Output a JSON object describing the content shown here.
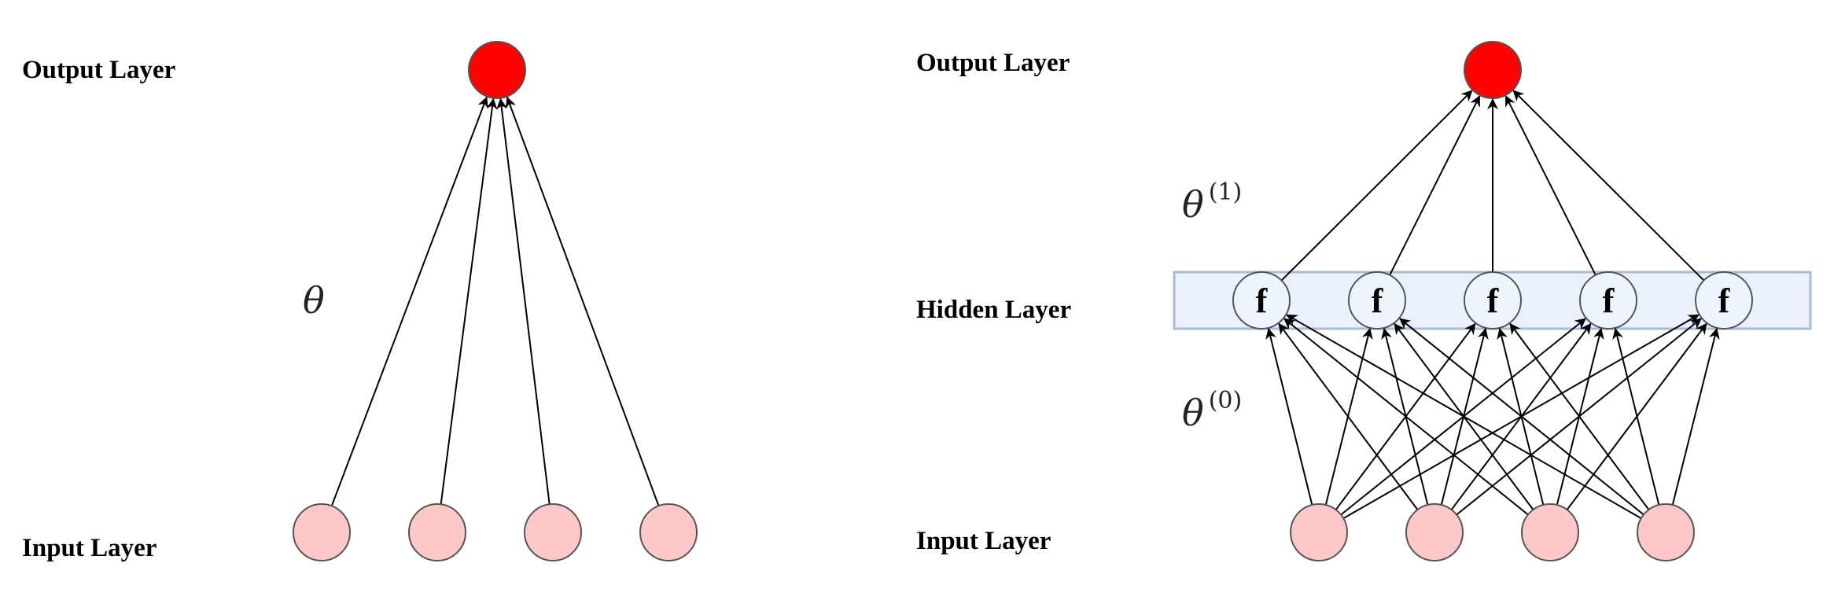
{
  "left_network": {
    "output_label": "Output Layer",
    "input_label": "Input Layer",
    "weight_label": "θ",
    "input_count": 4,
    "output_count": 1
  },
  "right_network": {
    "output_label": "Output Layer",
    "hidden_label": "Hidden Layer",
    "input_label": "Input Layer",
    "weight_out_label": "θ",
    "weight_out_sup": "(1)",
    "weight_in_label": "θ",
    "weight_in_sup": "(0)",
    "hidden_unit_label": "f",
    "input_count": 4,
    "hidden_count": 5,
    "output_count": 1
  },
  "colors": {
    "output_node": "#ff0000",
    "input_node": "#fcc8c8",
    "hidden_node": "#eef4fc",
    "hidden_band_fill": "#eaf1fb",
    "hidden_band_stroke": "#a9bcd6",
    "node_stroke": "#555555",
    "edge": "#000000"
  }
}
